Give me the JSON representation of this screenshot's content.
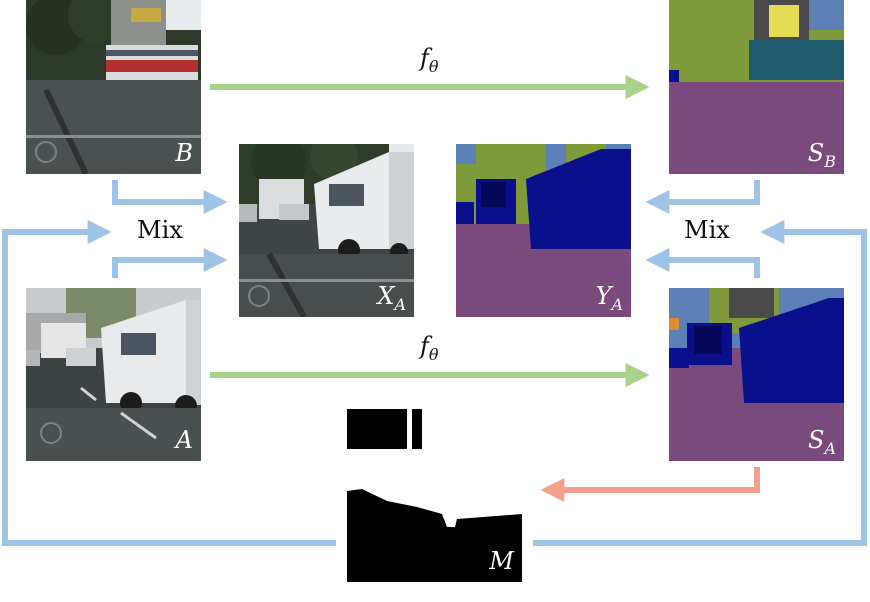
{
  "panels": {
    "B": {
      "label": "B",
      "sub": ""
    },
    "A": {
      "label": "A",
      "sub": ""
    },
    "XA": {
      "label": "X",
      "sub": "A"
    },
    "YA": {
      "label": "Y",
      "sub": "A"
    },
    "SB": {
      "label": "S",
      "sub": "B"
    },
    "SA": {
      "label": "S",
      "sub": "A"
    },
    "M": {
      "label": "M",
      "sub": ""
    }
  },
  "labels": {
    "mix_left": "Mix",
    "mix_right": "Mix",
    "f_top": "f",
    "f_top_sub": "θ",
    "f_bottom": "f",
    "f_bottom_sub": "θ"
  },
  "colors": {
    "blue_arrow": "#9dc3e6",
    "green_arrow": "#a9d18e",
    "red_arrow": "#f4a08e",
    "seg_purple": "#7a4a7c",
    "seg_blue": "#0a0f8c",
    "seg_olive": "#7e9a3a",
    "seg_teal": "#1f5a6e",
    "seg_yellow": "#e3dd55",
    "seg_sky": "#5c7fb5"
  }
}
